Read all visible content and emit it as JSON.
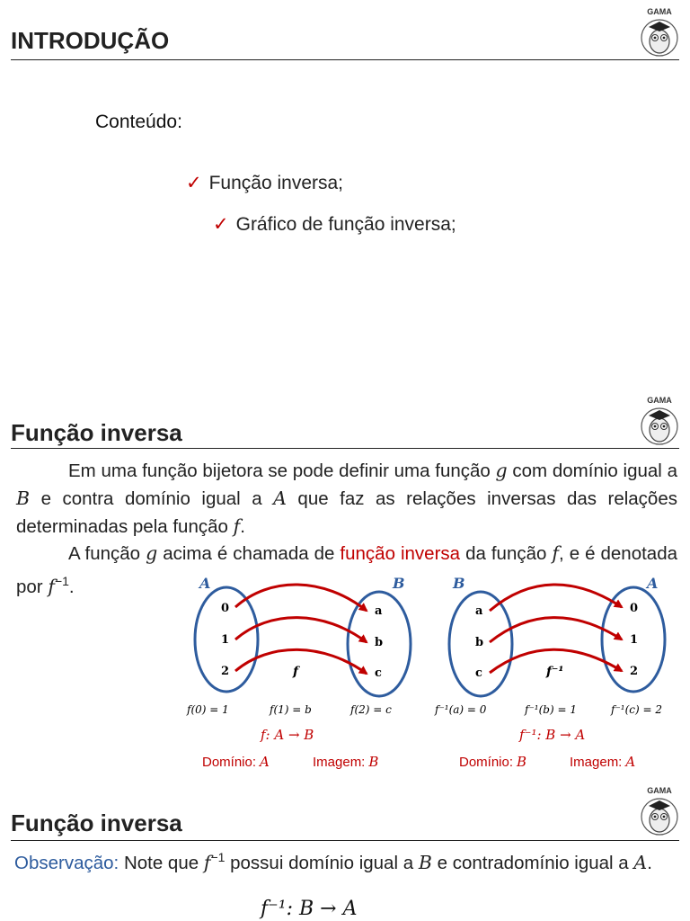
{
  "slide1": {
    "title": "INTRODUÇÃO",
    "content_label": "Conteúdo:",
    "items": [
      "Função inversa;",
      "Gráfico de função inversa;"
    ],
    "check_symbol": "✓"
  },
  "slide2": {
    "title": "Função inversa",
    "para1_a": "Em uma função bijetora se pode definir uma função",
    "para1_g": "g",
    "para1_b": "com domínio igual a",
    "para1_B": "B",
    "para1_c": "e contra domínio igual a",
    "para1_A": "A",
    "para1_d": "que faz as relações inversas das relações determinadas pela função",
    "para1_f": "f",
    "para1_e": ".",
    "para2_a": "A função",
    "para2_g": "g",
    "para2_b": "acima é chamada de",
    "para2_red": "função inversa",
    "para2_c": "da função",
    "para2_f": "f",
    "para2_d": ", e é denotada por",
    "para2_finv": "f",
    "para2_sup": "−1",
    "para2_e": ".",
    "diagram_left": {
      "set_a_label": "A",
      "set_b_label": "B",
      "domain_elems": [
        "0",
        "1",
        "2"
      ],
      "image_elems": [
        "a",
        "b",
        "c"
      ],
      "func_label": "f",
      "mappings": [
        "f(0) = 1",
        "f(1) = b",
        "f(2) = c"
      ],
      "notation": "f: A → B",
      "domain_text": "Domínio:",
      "domain_var": "A",
      "image_text": "Imagem:",
      "image_var": "B"
    },
    "diagram_right": {
      "set_b_label": "B",
      "set_a_label": "A",
      "domain_elems": [
        "a",
        "b",
        "c"
      ],
      "image_elems": [
        "0",
        "1",
        "2"
      ],
      "func_label": "f⁻¹",
      "mappings": [
        "f⁻¹(a) = 0",
        "f⁻¹(b) = 1",
        "f⁻¹(c) = 2"
      ],
      "notation": "f⁻¹: B → A",
      "domain_text": "Domínio:",
      "domain_var": "B",
      "image_text": "Imagem:",
      "image_var": "A"
    },
    "colors": {
      "arrow": "#c00000",
      "ellipse": "#2e5c9e",
      "accent": "#c00000",
      "blue": "#2e5c9e"
    }
  },
  "slide3": {
    "title": "Função inversa",
    "obs_label": "Observação:",
    "obs_a": "Note que",
    "obs_finv": "f",
    "obs_sup": "−1",
    "obs_b": "possui domínio igual a",
    "obs_B": "B",
    "obs_c": "e contradomínio igual a",
    "obs_A": "A",
    "obs_d": ".",
    "formula": "f⁻¹: B → A"
  },
  "logo_text": "GAMA"
}
